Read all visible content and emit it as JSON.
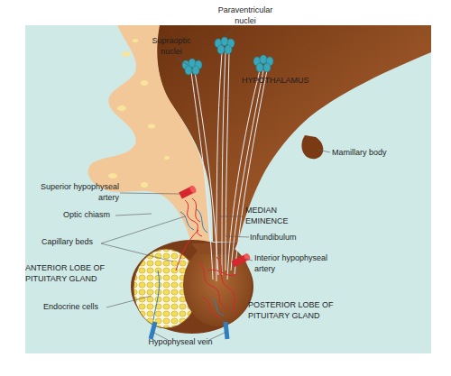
{
  "diagram": {
    "labels": [
      "Supraoptic nuclei",
      "Paraventricular nuclei",
      "HYPOTHALAMUS",
      "Mamillary body",
      "Superior hypophyseal artery",
      "Optic chiasm",
      "MEDIAN EMINENCE",
      "Infundibulum",
      "Capillary beds",
      "Interior hypophyseal artery",
      "ANTERIOR LOBE OF PITUITARY GLAND",
      "Endocrine cells",
      "POSTERIOR LOBE OF PITUITARY GLAND",
      "Hypophyseal vein"
    ]
  }
}
